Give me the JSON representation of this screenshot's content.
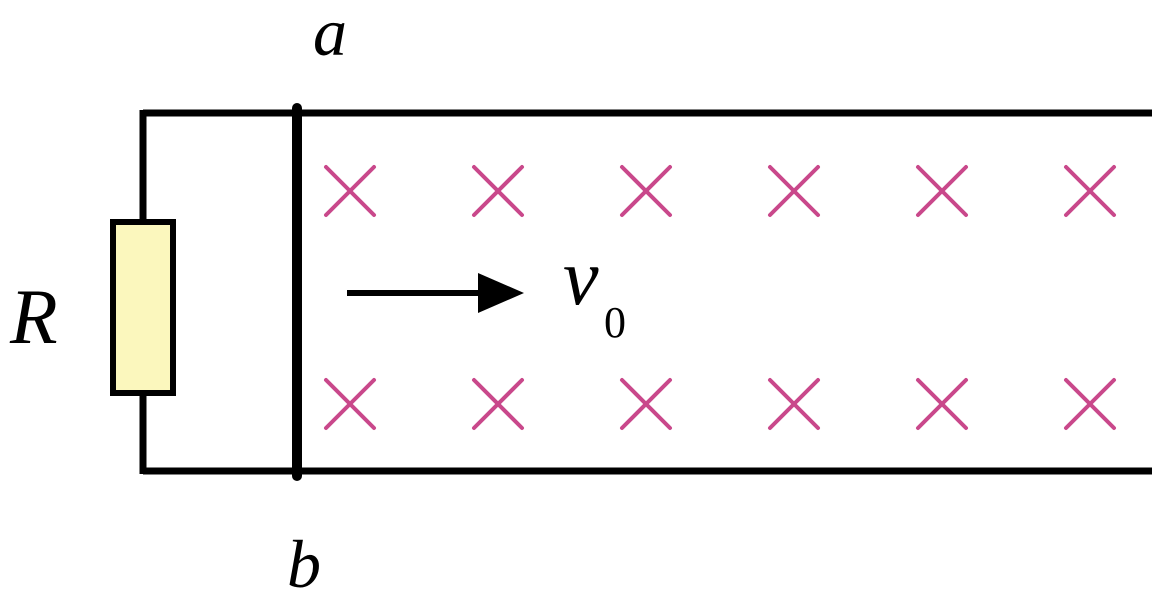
{
  "labels": {
    "top_end": "a",
    "bottom_end": "b",
    "resistor": "R",
    "velocity": "v",
    "velocity_subscript": "0"
  },
  "field": {
    "symbol": "×",
    "direction": "into-page",
    "rows": 2,
    "columns": 6
  },
  "colors": {
    "wire": "#000000",
    "resistor_fill": "#fbf7bd",
    "field_mark": "#c9488b"
  }
}
